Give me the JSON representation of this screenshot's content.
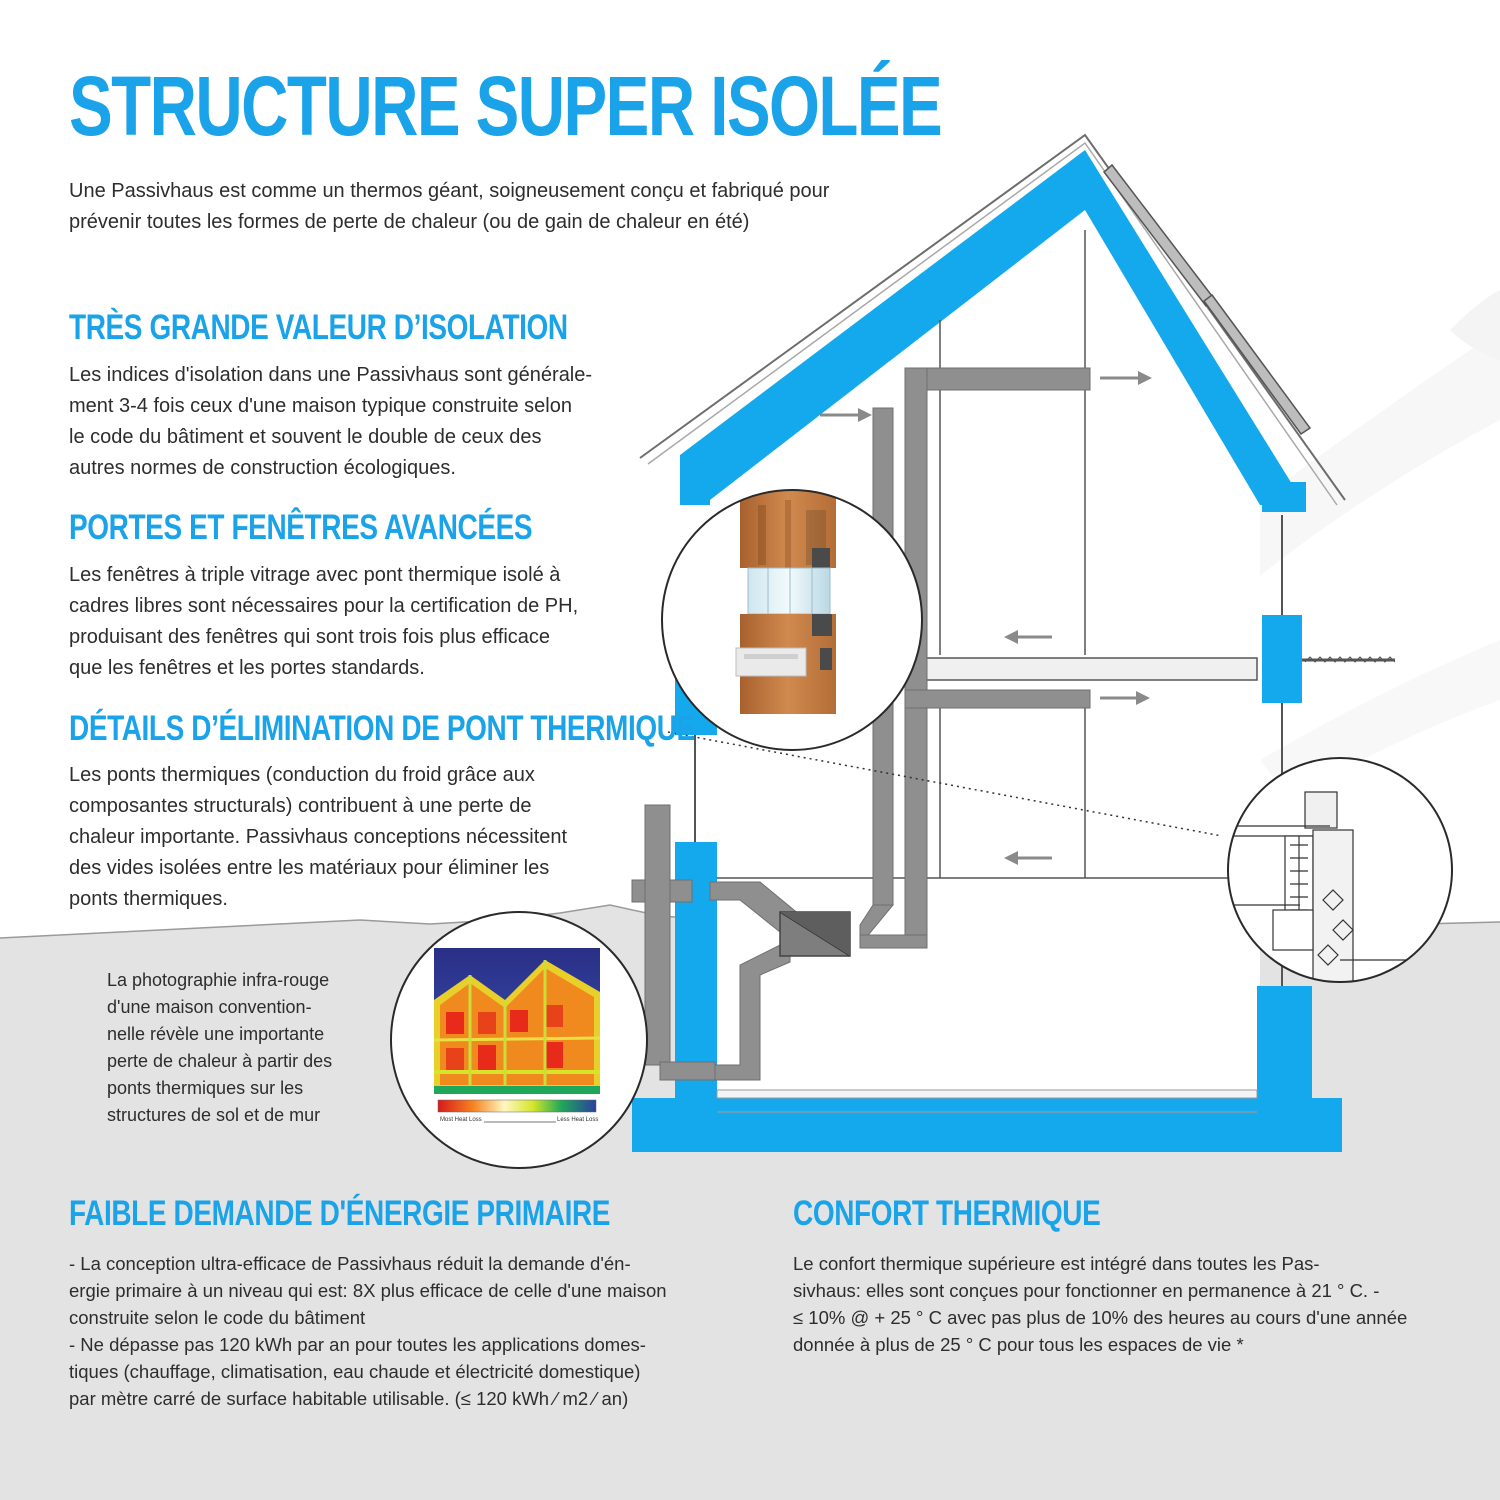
{
  "title": "STRUCTURE SUPER ISOLÉE",
  "intro": "Une Passivhaus est comme un thermos géant, soigneusement conçu et fabriqué pour\nprévenir toutes les formes de perte de chaleur (ou de gain de chaleur en été)",
  "sections": [
    {
      "heading": "TRÈS GRANDE VALEUR D’ISOLATION",
      "text": "Les indices d'isolation dans une Passivhaus sont générale-\nment 3-4 fois ceux d'une maison typique construite selon\nle code du bâtiment et souvent le double de ceux des\nautres normes de construction écologiques."
    },
    {
      "heading": "PORTES ET FENÊTRES AVANCÉES",
      "text": "Les fenêtres à triple vitrage avec pont thermique isolé à\ncadres libres sont nécessaires pour la certification de PH,\nproduisant des fenêtres qui sont trois fois plus efficace\nque les fenêtres et les portes standards."
    },
    {
      "heading": "DÉTAILS D’ÉLIMINATION DE PONT THERMIQUE",
      "text": "Les ponts thermiques (conduction du froid grâce aux\ncomposantes structurals) contribuent à une perte de\nchaleur importante. Passivhaus conceptions nécessitent\ndes vides isolées entre les matériaux pour éliminer les\nponts thermiques."
    }
  ],
  "infrared_caption": "La photographie infra-rouge\nd'une maison convention-\nnelle révèle une importante\nperte de chaleur à partir des\nponts thermiques sur les\nstructures de sol et de mur",
  "heat_scale": {
    "left_label": "Most Heat Loss",
    "right_label": "Less Heat Loss"
  },
  "bottom_sections": [
    {
      "heading": "FAIBLE DEMANDE D'ÉNERGIE PRIMAIRE",
      "text": "- La conception ultra-efficace de Passivhaus réduit la demande d'én-\nergie primaire à un niveau qui est: 8X plus efficace de celle d'une maison\nconstruite selon le code du bâtiment\n- Ne dépasse pas 120 kWh par an pour toutes les applications domes-\ntiques (chauffage, climatisation, eau chaude et électricité domestique)\npar mètre carré de surface habitable utilisable. (≤ 120 kWh ⁄ m2 ⁄ an)"
    },
    {
      "heading": "CONFORT THERMIQUE",
      "text": "Le confort thermique supérieure est intégré dans toutes les Pas-\nsivhaus: elles sont conçues pour fonctionner en permanence à 21 ° C. -\n≤ 10% @ + 25 ° C avec pas plus de 10% des heures au cours d'une année\ndonnée à plus de 25 ° C pour tous les espaces de vie *"
    }
  ],
  "colors": {
    "accent": "#1aa3e8",
    "insulation": "#14a9ec",
    "duct": "#8f8f8f",
    "ground": "#e4e4e4",
    "text": "#2d2d2d"
  }
}
